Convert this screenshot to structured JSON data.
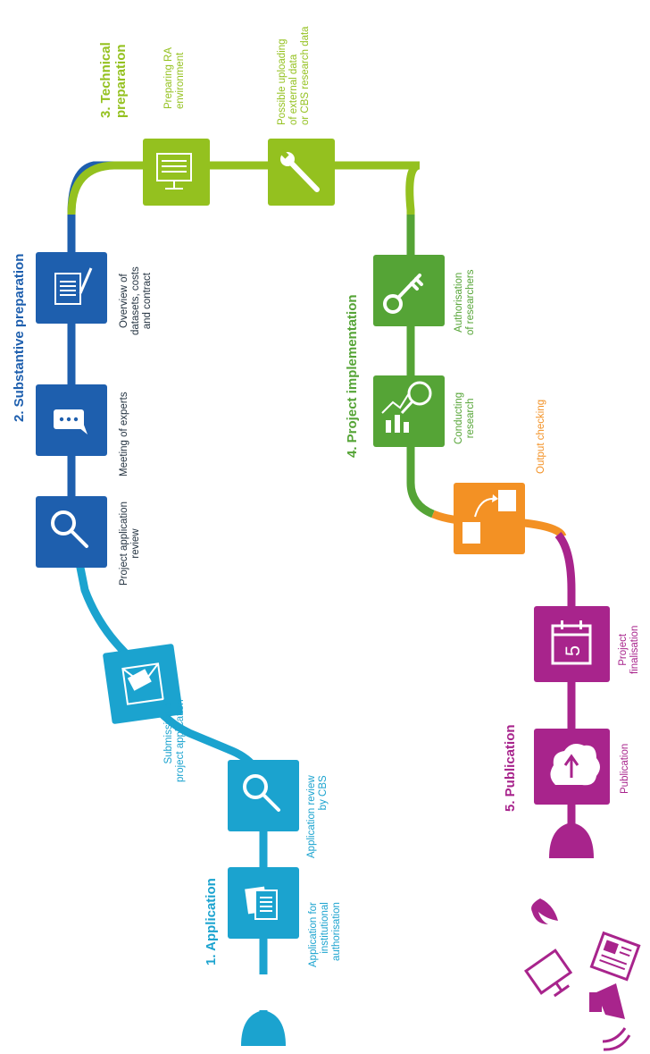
{
  "colors": {
    "application": "#1ba3cf",
    "substantive": "#1e5fae",
    "technical": "#94c11f",
    "implementation": "#55a436",
    "output": "#f39124",
    "publication": "#a8248c",
    "text_dark": "#233240"
  },
  "phases": {
    "application": "1. Application",
    "substantive": "2. Substantive preparation",
    "technical": [
      "3. Technical",
      "preparation"
    ],
    "implementation": "4. Project implementation",
    "publication": "5. Publication"
  },
  "steps": {
    "institutional": [
      "Application for",
      "institutional",
      "authorisation"
    ],
    "review_cbs": [
      "Application review",
      "by CBS"
    ],
    "submission": [
      "Submission of",
      "project application"
    ],
    "project_review": [
      "Project application",
      "review"
    ],
    "experts": [
      "Meeting of experts"
    ],
    "overview": [
      "Overview of",
      "datasets, costs",
      "and contract"
    ],
    "ra_env": [
      "Preparing RA",
      "environment"
    ],
    "uploading": [
      "Possible uploading",
      "of external data",
      "or CBS research data"
    ],
    "authorisation": [
      "Authorisation",
      "of researchers"
    ],
    "conducting": [
      "Conducting",
      "research"
    ],
    "output": [
      "Output checking"
    ],
    "finalisation": [
      "Project",
      "finalisation"
    ],
    "publication": [
      "Publication"
    ]
  },
  "icons": {
    "institutional": "documents-icon",
    "review_cbs": "magnifier-icon",
    "submission": "envelope-icon",
    "project_review": "magnifier-icon",
    "experts": "chat-bubble-icon",
    "overview": "document-pen-icon",
    "ra_env": "monitor-icon",
    "uploading": "wrench-icon",
    "authorisation": "key-icon",
    "conducting": "chart-magnifier-icon",
    "output": "transfer-files-icon",
    "finalisation": "calendar-icon",
    "publication": "cloud-upload-icon",
    "channels": [
      "twitter-bird-icon",
      "newspaper-icon",
      "monitor-icon",
      "megaphone-icon"
    ]
  },
  "calendar_number": "5"
}
